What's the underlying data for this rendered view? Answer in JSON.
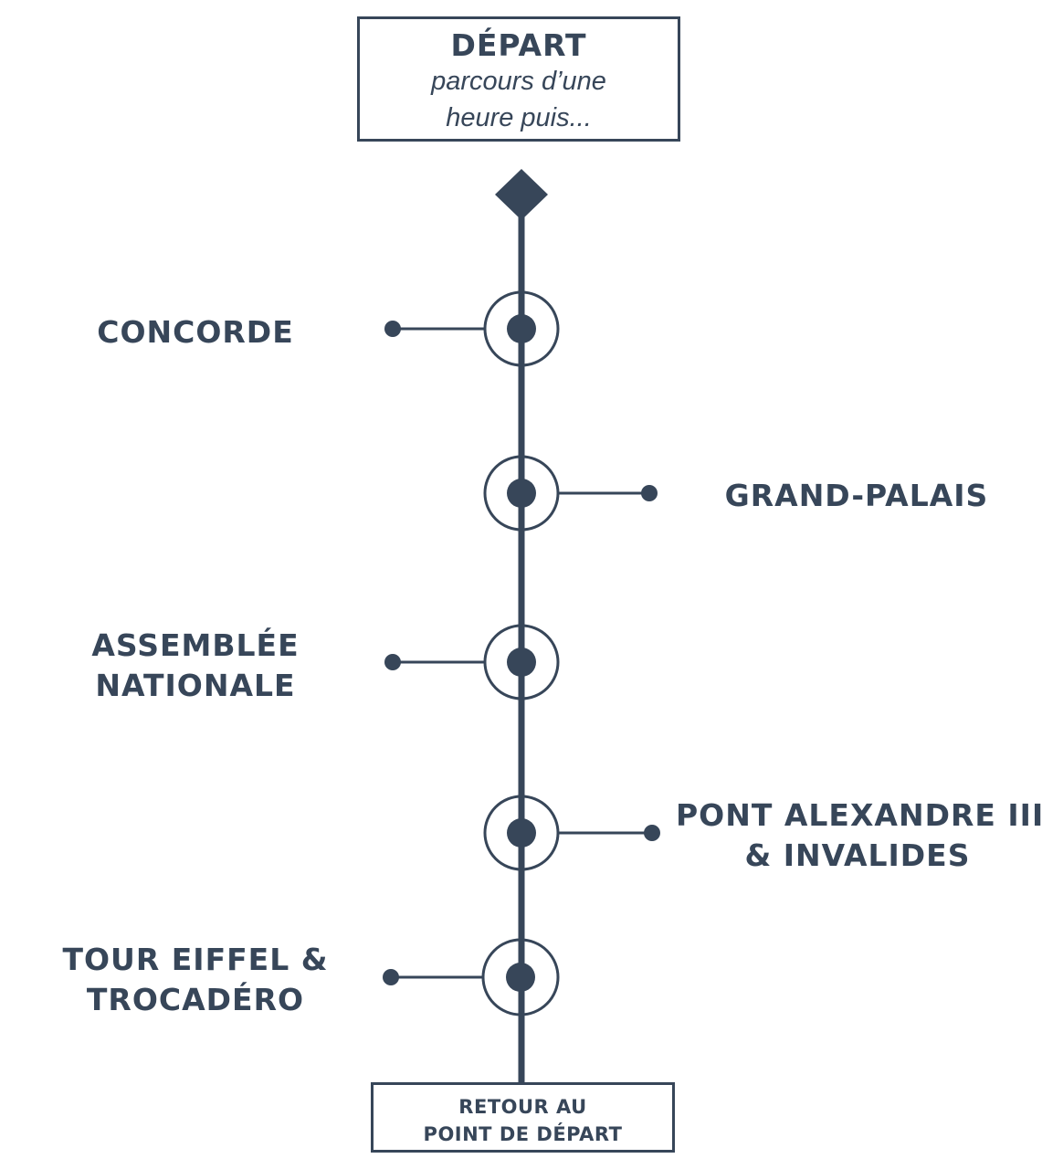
{
  "colors": {
    "ink": "#374659",
    "background": "#ffffff"
  },
  "start": {
    "title": "DÉPART",
    "subtitle_line1": "parcours d’une",
    "subtitle_line2": "heure puis..."
  },
  "stops": [
    {
      "id": "concorde",
      "side": "left",
      "lines": [
        "CONCORDE"
      ]
    },
    {
      "id": "grand-palais",
      "side": "right",
      "lines": [
        "GRAND-PALAIS"
      ]
    },
    {
      "id": "assemblee-nationale",
      "side": "left",
      "lines": [
        "ASSEMBLÉE",
        "NATIONALE"
      ]
    },
    {
      "id": "pont-alexandre-invalides",
      "side": "right",
      "lines": [
        "PONT ALEXANDRE III",
        "& INVALIDES"
      ]
    },
    {
      "id": "tour-eiffel-trocadero",
      "side": "left",
      "lines": [
        "TOUR EIFFEL &",
        "TROCADÉRO"
      ]
    }
  ],
  "end": {
    "line1": "RETOUR AU",
    "line2": "POINT DE DÉPART"
  }
}
